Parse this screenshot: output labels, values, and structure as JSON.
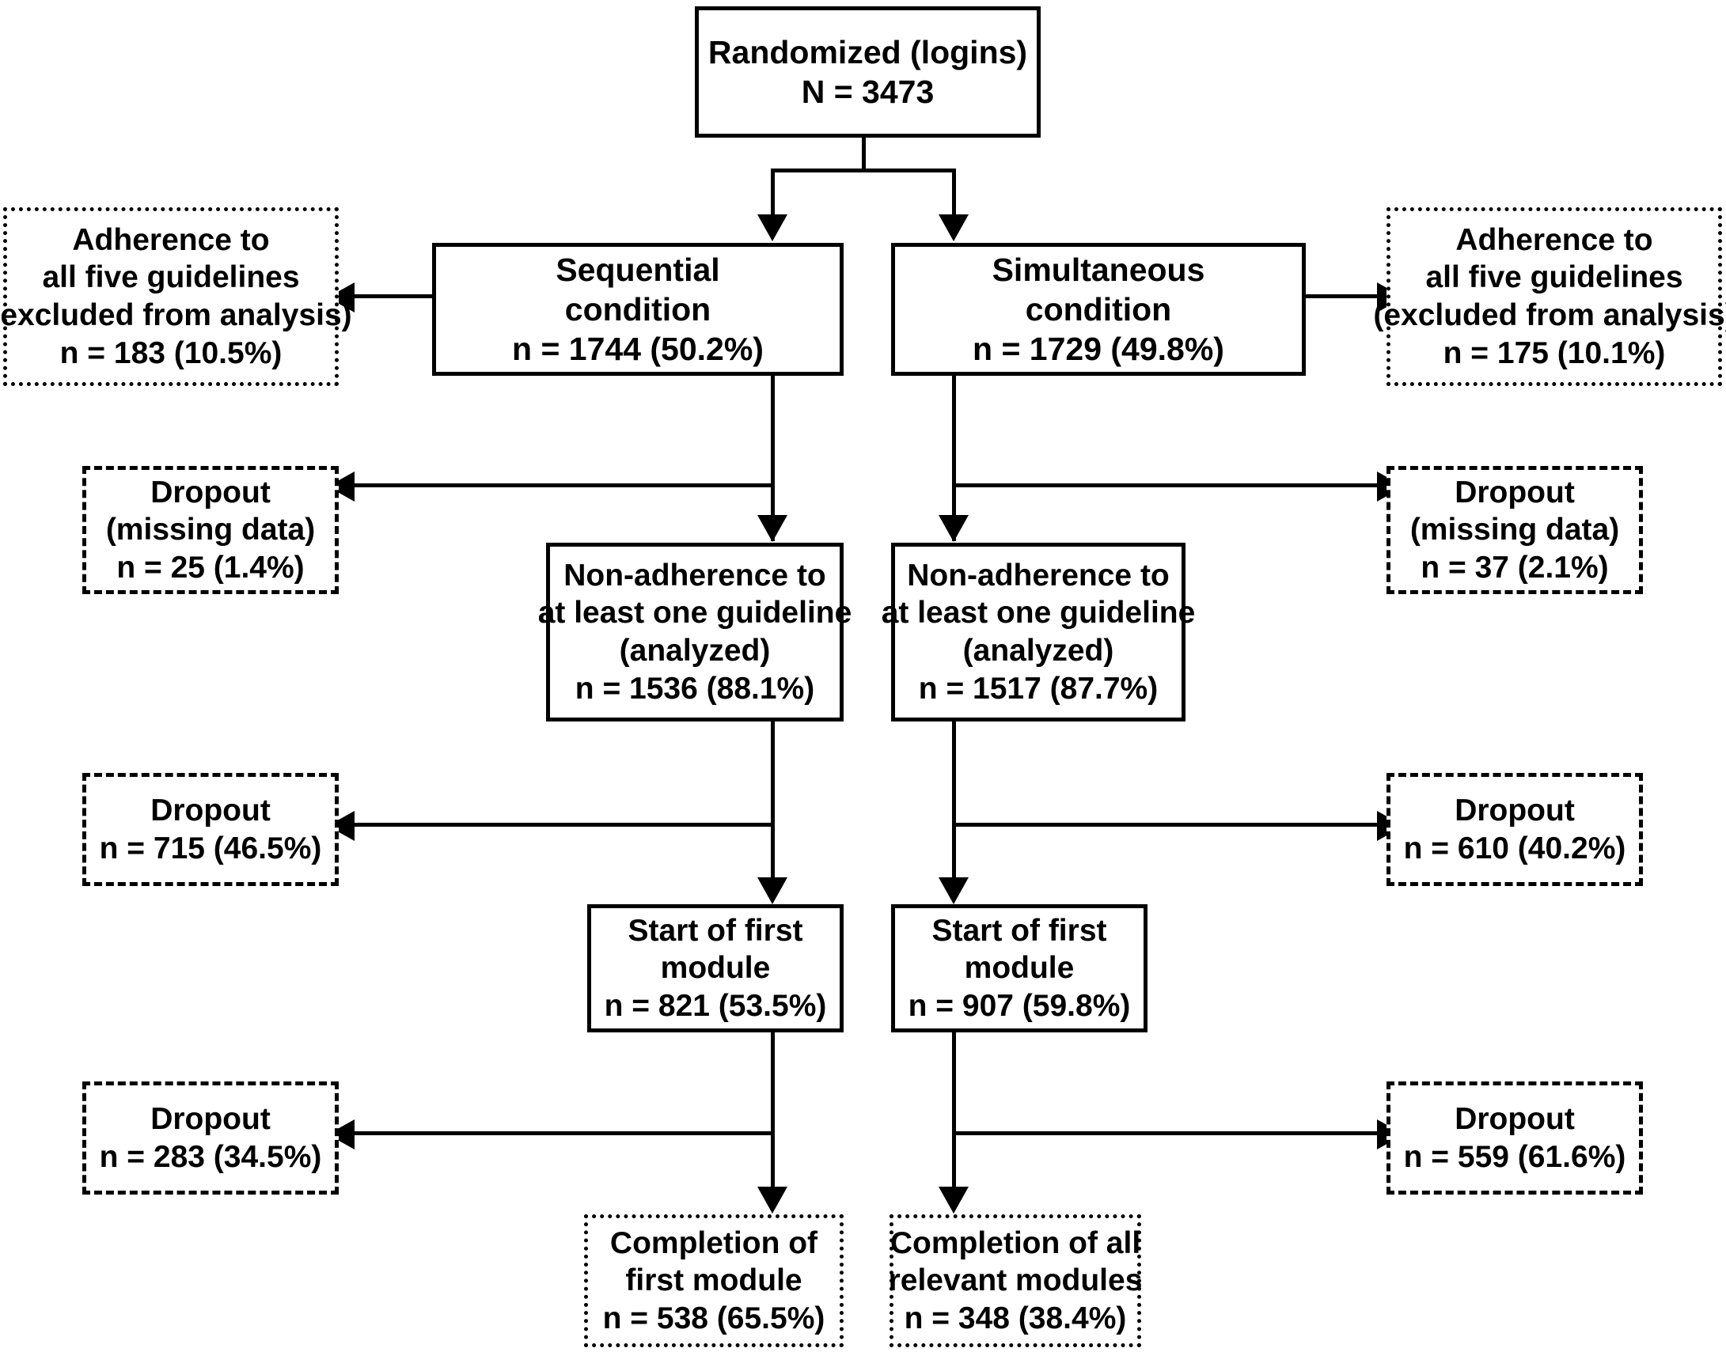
{
  "diagram": {
    "type": "consort-flow-diagram",
    "title": "Participant flow diagram"
  },
  "nodes": {
    "randomized": {
      "name": "randomized",
      "border": "solid",
      "lines": [
        "Randomized (logins)",
        "N = 3473"
      ]
    },
    "sequential_condition": {
      "name": "sequential-condition",
      "border": "solid",
      "lines": [
        "Sequential",
        "condition",
        "n = 1744 (50.2%)"
      ]
    },
    "simultaneous_condition": {
      "name": "simultaneous-condition",
      "border": "solid",
      "lines": [
        "Simultaneous",
        "condition",
        "n = 1729 (49.8%)"
      ]
    },
    "adherence_left": {
      "name": "adherence-left",
      "border": "dotted",
      "lines": [
        "Adherence to",
        "all five guidelines",
        "(excluded from analysis)",
        "n = 183 (10.5%)"
      ]
    },
    "adherence_right": {
      "name": "adherence-right",
      "border": "dotted",
      "lines": [
        "Adherence to",
        "all five guidelines",
        "(excluded from analysis)",
        "n = 175 (10.1%)"
      ]
    },
    "dropout_missing_left": {
      "name": "dropout-missing-left",
      "border": "dashed",
      "lines": [
        "Dropout",
        "(missing data)",
        "n = 25 (1.4%)"
      ]
    },
    "dropout_missing_right": {
      "name": "dropout-missing-right",
      "border": "dashed",
      "lines": [
        "Dropout",
        "(missing data)",
        "n = 37 (2.1%)"
      ]
    },
    "nonadherence_left": {
      "name": "nonadherence-left",
      "border": "solid",
      "lines": [
        "Non-adherence to",
        "at least one guideline",
        "(analyzed)",
        "n = 1536 (88.1%)"
      ]
    },
    "nonadherence_right": {
      "name": "nonadherence-right",
      "border": "solid",
      "lines": [
        "Non-adherence to",
        "at least one guideline",
        "(analyzed)",
        "n = 1517 (87.7%)"
      ]
    },
    "dropout2_left": {
      "name": "dropout2-left",
      "border": "dashed",
      "lines": [
        "Dropout",
        "n = 715 (46.5%)"
      ]
    },
    "dropout2_right": {
      "name": "dropout2-right",
      "border": "dashed",
      "lines": [
        "Dropout",
        "n = 610 (40.2%)"
      ]
    },
    "start_module_left": {
      "name": "start-module-left",
      "border": "solid",
      "lines": [
        "Start of first",
        "module",
        "n = 821 (53.5%)"
      ]
    },
    "start_module_right": {
      "name": "start-module-right",
      "border": "solid",
      "lines": [
        "Start of first",
        "module",
        "n = 907 (59.8%)"
      ]
    },
    "dropout3_left": {
      "name": "dropout3-left",
      "border": "dashed",
      "lines": [
        "Dropout",
        "n = 283 (34.5%)"
      ]
    },
    "dropout3_right": {
      "name": "dropout3-right",
      "border": "dashed",
      "lines": [
        "Dropout",
        "n = 559 (61.6%)"
      ]
    },
    "completion_left": {
      "name": "completion-left",
      "border": "dotted",
      "lines": [
        "Completion of",
        "first module",
        "n = 538 (65.5%)"
      ]
    },
    "completion_right": {
      "name": "completion-right",
      "border": "dotted",
      "lines": [
        "Completion of all",
        "relevant modules",
        "n = 348 (38.4%)"
      ]
    }
  },
  "colors": {
    "stroke": "#000000",
    "background": "#ffffff",
    "text": "#000000"
  }
}
